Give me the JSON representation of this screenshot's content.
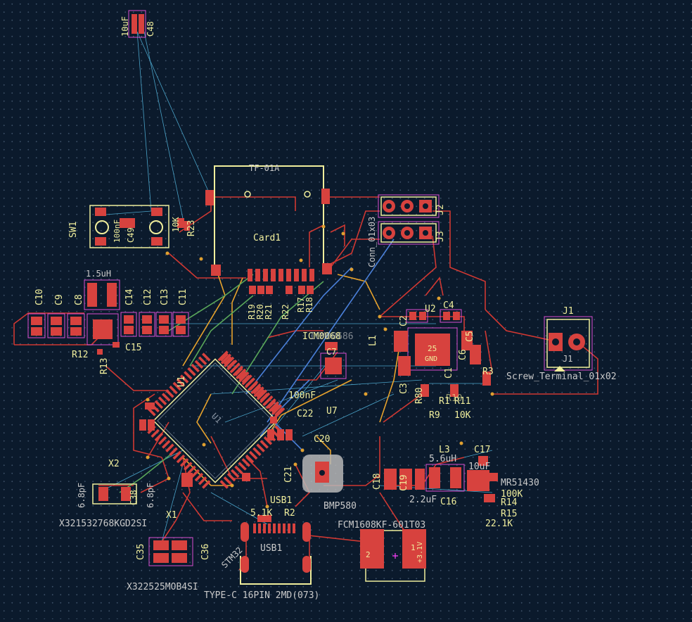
{
  "app": {
    "title": "PCB layout editor",
    "colors": {
      "background": "#0b1a2c",
      "grid": "#3b4f66",
      "copper_front": "#c8343a",
      "pad": "#d7423e",
      "silkscreen": "#f0ee9c",
      "fab_text": "#c9c9c9",
      "courtyard": "#d94fd0",
      "ratsnest": "#4aa3c8",
      "copper_front_track": "#d03832",
      "track_orange": "#e6a22c",
      "track_green": "#5aa85a",
      "track_blue": "#4a7fd8",
      "cursor": "#ff40ff"
    }
  },
  "refs": {
    "c48": "C48",
    "c48_val": "10uF",
    "sw1": "SW1",
    "c49": "C49",
    "c49_val": "100nF",
    "r23": "R23",
    "r23_val": "10K",
    "card1_fab": "TF-01A",
    "card1": "Card1",
    "j2": "J2",
    "j3": "J3",
    "conn_val": "Conn_01x03",
    "l1": "L1",
    "l1_val": "1.5uH",
    "c10": "C10",
    "c9": "C9",
    "c8": "C8",
    "c14": "C14",
    "c12": "C12",
    "c13": "C13",
    "c11": "C11",
    "r19": "R19",
    "r20": "R20",
    "r21": "R21",
    "r22": "R22",
    "r17": "R17",
    "r18": "R18",
    "icm": "ICM0068",
    "icm2": "ICM00686",
    "u2": "U2",
    "c4": "C4",
    "c2": "C2",
    "c3": "C3",
    "c5": "C5",
    "c6": "C6",
    "c1": "C1",
    "u2_pin": "25",
    "u2_gnd": "GND",
    "j1": "J1",
    "j1_val": "Screw_Terminal_01x02",
    "r12": "R12",
    "r13": "R13",
    "c15": "C15",
    "u1": "U1",
    "u1_fab": "U1",
    "c7": "C7",
    "c22": "C22",
    "c22_val": "100nF",
    "u7": "U7",
    "r3": "R3",
    "r80": "R80",
    "r1": "R1",
    "r10": "R10",
    "r11": "R11",
    "r9": "R9",
    "r10k": "10K",
    "x2": "X2",
    "c37_val": "6.8pF",
    "c38": "C38",
    "c38_val": "6.8pF",
    "x2_val": "X321532768KGD2SI",
    "x1": "X1",
    "c35": "C35",
    "c36": "C36",
    "x1_val": "X322525MOB4SI",
    "c20": "C20",
    "c21": "C21",
    "bmp": "BMP580",
    "c18": "C18",
    "c19": "C19",
    "l3": "L3",
    "l3_val": "5.6uH",
    "c17": "C17",
    "c17_val": "10uF",
    "mr": "MR51430",
    "r14": "R14",
    "r15": "R15",
    "r14_val": "100K",
    "r15_val": "22.1K",
    "c16": "C16",
    "c19_val": "2.2uF",
    "fcm": "FCM1608KF-601T03",
    "usb1": "USB1",
    "usb1_2": "USB1",
    "r2": "R2",
    "r2_val": "5.1K",
    "usb_val": "TYPE-C 16PIN 2MD(073)",
    "stm": "STM32",
    "pad_2": "2",
    "pad_1": "1",
    "bat_val": "+3.1V"
  }
}
